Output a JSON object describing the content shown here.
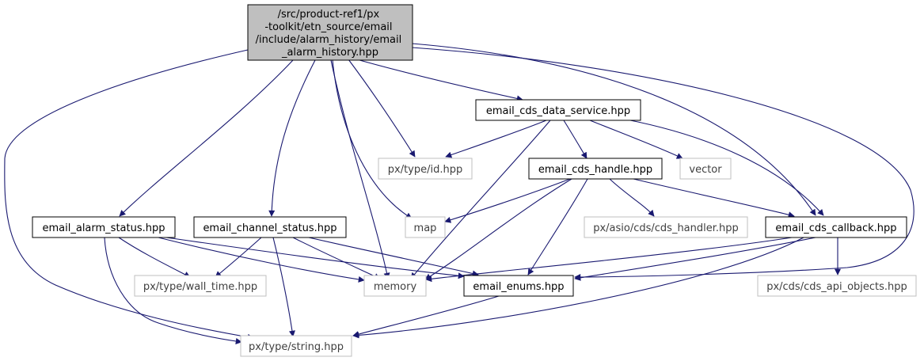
{
  "colors": {
    "edge": "#191970",
    "root_fill": "#bfbfbf",
    "internal_border": "#000000",
    "external_border": "#bfbfbf",
    "external_text": "#3f3f3f",
    "internal_text": "#000000"
  },
  "nodes": {
    "root": {
      "lines": [
        "/src/product-ref1/px",
        "-toolkit/etn_source/email",
        "/include/alarm_history/email",
        "_alarm_history.hpp"
      ]
    },
    "email_cds_data_service": {
      "label": "email_cds_data_service.hpp"
    },
    "px_type_id": {
      "label": "px/type/id.hpp"
    },
    "email_cds_handle": {
      "label": "email_cds_handle.hpp"
    },
    "vector": {
      "label": "vector"
    },
    "email_alarm_status": {
      "label": "email_alarm_status.hpp"
    },
    "email_channel_status": {
      "label": "email_channel_status.hpp"
    },
    "map": {
      "label": "map"
    },
    "px_asio_cds_handler": {
      "label": "px/asio/cds/cds_handler.hpp"
    },
    "email_cds_callback": {
      "label": "email_cds_callback.hpp"
    },
    "px_type_wall_time": {
      "label": "px/type/wall_time.hpp"
    },
    "memory": {
      "label": "memory"
    },
    "email_enums": {
      "label": "email_enums.hpp"
    },
    "px_cds_api_objects": {
      "label": "px/cds/cds_api_objects.hpp"
    },
    "px_type_string": {
      "label": "px/type/string.hpp"
    }
  }
}
